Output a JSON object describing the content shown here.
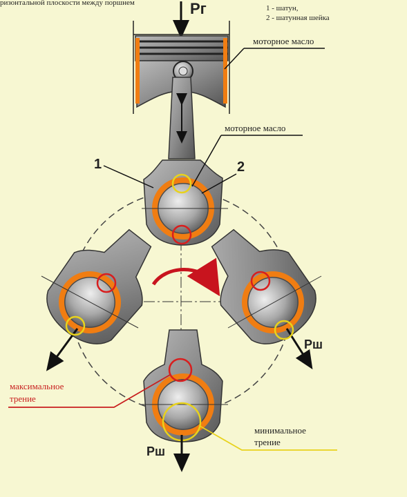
{
  "top_cut_text": "ризонтальной плоскости между поршнем",
  "legend": {
    "line1": "1 - шатун,",
    "line2": "2 - шатунная шейка"
  },
  "labels": {
    "force_pg": "Pг",
    "oil_top": "моторное масло",
    "oil_mid": "моторное масло",
    "num1": "1",
    "num2": "2",
    "max_friction_l1": "максимальное",
    "max_friction_l2": "трение",
    "min_friction_l1": "минимальное",
    "min_friction_l2": "трение",
    "force_psh_right": "Pш",
    "force_psh_bottom": "Pш"
  },
  "colors": {
    "background": "#f7f7d2",
    "metal": "#8a8a8a",
    "metal_dark": "#3a3a3a",
    "oil_film": "#f07d12",
    "max_friction_marker": "#d81e1e",
    "min_friction_marker": "#e8d21c",
    "rotation_arrow": "#c8141e"
  }
}
